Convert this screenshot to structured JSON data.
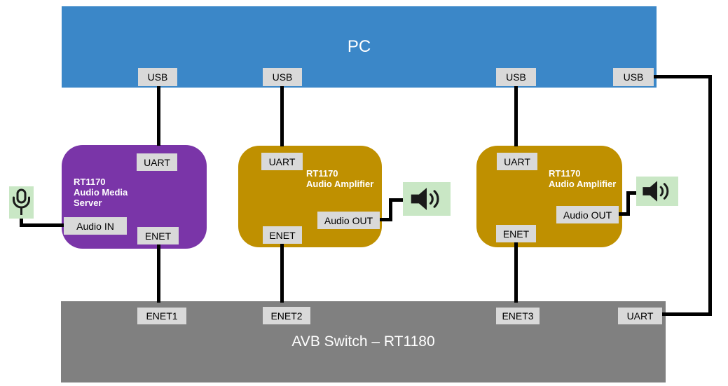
{
  "colors": {
    "pc-blue": "#3b87c8",
    "box-purple": "#7a35a8",
    "box-gold": "#bf9000",
    "switch-gray": "#808080",
    "port-bg": "#d9d9d9",
    "port-text": "#000000",
    "icon-green": "#c9e7c5",
    "icon-dark": "#1a1a1a",
    "wire-black": "#000000",
    "title-white": "#ffffff"
  },
  "pc": {
    "title": "PC",
    "ports": {
      "usb1": "USB",
      "usb2": "USB",
      "usb3": "USB",
      "usb4": "USB"
    }
  },
  "media_server": {
    "title_line1": "RT1170",
    "title_line2": "Audio Media",
    "title_line3": "Server",
    "ports": {
      "uart": "UART",
      "audio_in": "Audio IN",
      "enet": "ENET"
    }
  },
  "amplifier1": {
    "title_line1": "RT1170",
    "title_line2": "Audio Amplifier",
    "ports": {
      "uart": "UART",
      "audio_out": "Audio OUT",
      "enet": "ENET"
    }
  },
  "amplifier2": {
    "title_line1": "RT1170",
    "title_line2": "Audio Amplifier",
    "ports": {
      "uart": "UART",
      "audio_out": "Audio OUT",
      "enet": "ENET"
    }
  },
  "avb_switch": {
    "title": "AVB Switch – RT1180",
    "ports": {
      "enet1": "ENET1",
      "enet2": "ENET2",
      "enet3": "ENET3",
      "uart": "UART"
    }
  },
  "icons": {
    "microphone": "microphone-icon",
    "speaker_left": "speaker-icon",
    "speaker_right": "speaker-icon"
  }
}
